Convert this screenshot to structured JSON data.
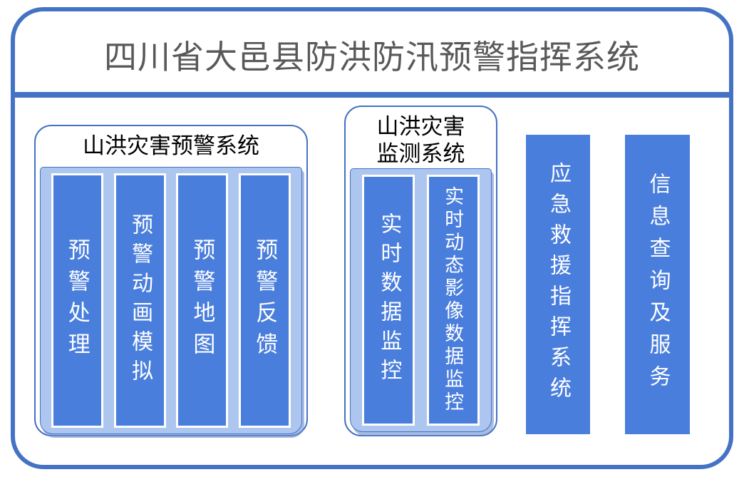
{
  "diagram": {
    "title": "四川省大邑县防洪防汛预警指挥系统",
    "groups": [
      {
        "title": "山洪灾害预警系统",
        "title_lines": [
          "山洪灾害预警系统"
        ],
        "bars": [
          "预警处理",
          "预警动画模拟",
          "预警地图",
          "预警反馈"
        ]
      },
      {
        "title": "山洪灾害监测系统",
        "title_lines": [
          "山洪灾害",
          "监测系统"
        ],
        "bars": [
          "实时数据监控",
          "实时动态影像数据监控"
        ]
      }
    ],
    "standalone_bars": [
      "应急救援指挥系统",
      "信息查询及服务"
    ],
    "colors": {
      "frame_border": "#4472C4",
      "divider": "#4472C4",
      "bar_fill": "#4A7EDC",
      "panel_fill": "#ADC6F0",
      "title_text": "#595959",
      "group_title_text": "#000000",
      "bar_text": "#FFFFFF"
    }
  }
}
